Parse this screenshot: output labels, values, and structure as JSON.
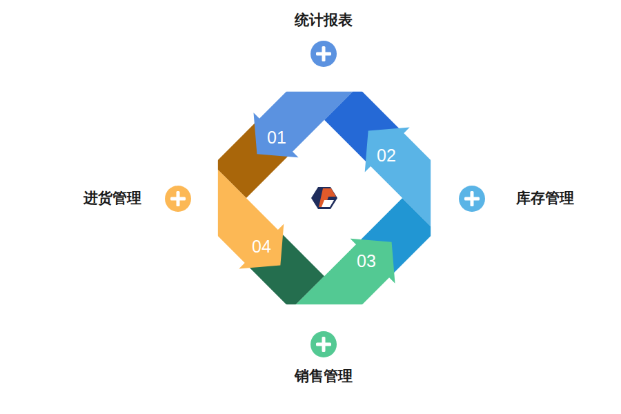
{
  "diagram": {
    "nodes": [
      {
        "text": [
          "统计报表"
        ]
      },
      {
        "text": [
          "01"
        ]
      },
      {
        "text": [
          "02"
        ]
      },
      {
        "text": [
          "进货管理"
        ]
      },
      {
        "text": [
          "库存管理"
        ]
      },
      {
        "text": [
          "04"
        ]
      },
      {
        "text": [
          "03"
        ]
      },
      {
        "text": [
          "销售管理"
        ]
      }
    ]
  }
}
